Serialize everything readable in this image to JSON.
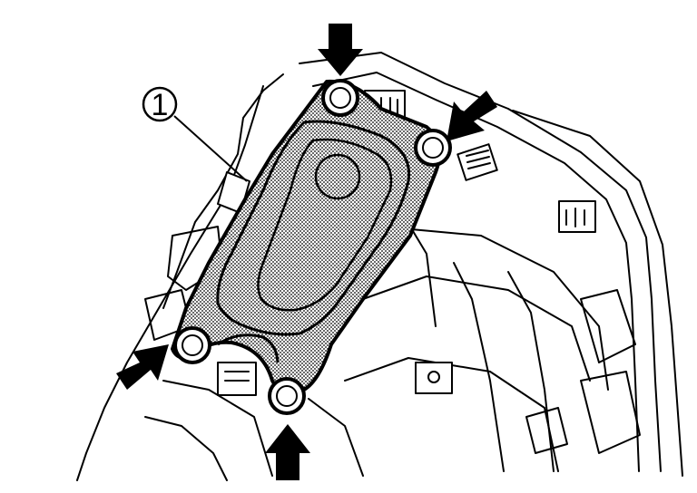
{
  "diagram": {
    "callout_label": "1",
    "palette": {
      "ink": "#000000",
      "paper": "#ffffff",
      "stipple": "#8c8c8c"
    },
    "arrows": [
      {
        "name": "arrow-top",
        "points_to": "bolt-top-left"
      },
      {
        "name": "arrow-right",
        "points_to": "bolt-top-right"
      },
      {
        "name": "arrow-left",
        "points_to": "bolt-bottom-left"
      },
      {
        "name": "arrow-bottom",
        "points_to": "bolt-bottom-right"
      }
    ],
    "bolts": [
      "bolt-top-left",
      "bolt-top-right",
      "bolt-bottom-left",
      "bolt-bottom-right"
    ]
  }
}
